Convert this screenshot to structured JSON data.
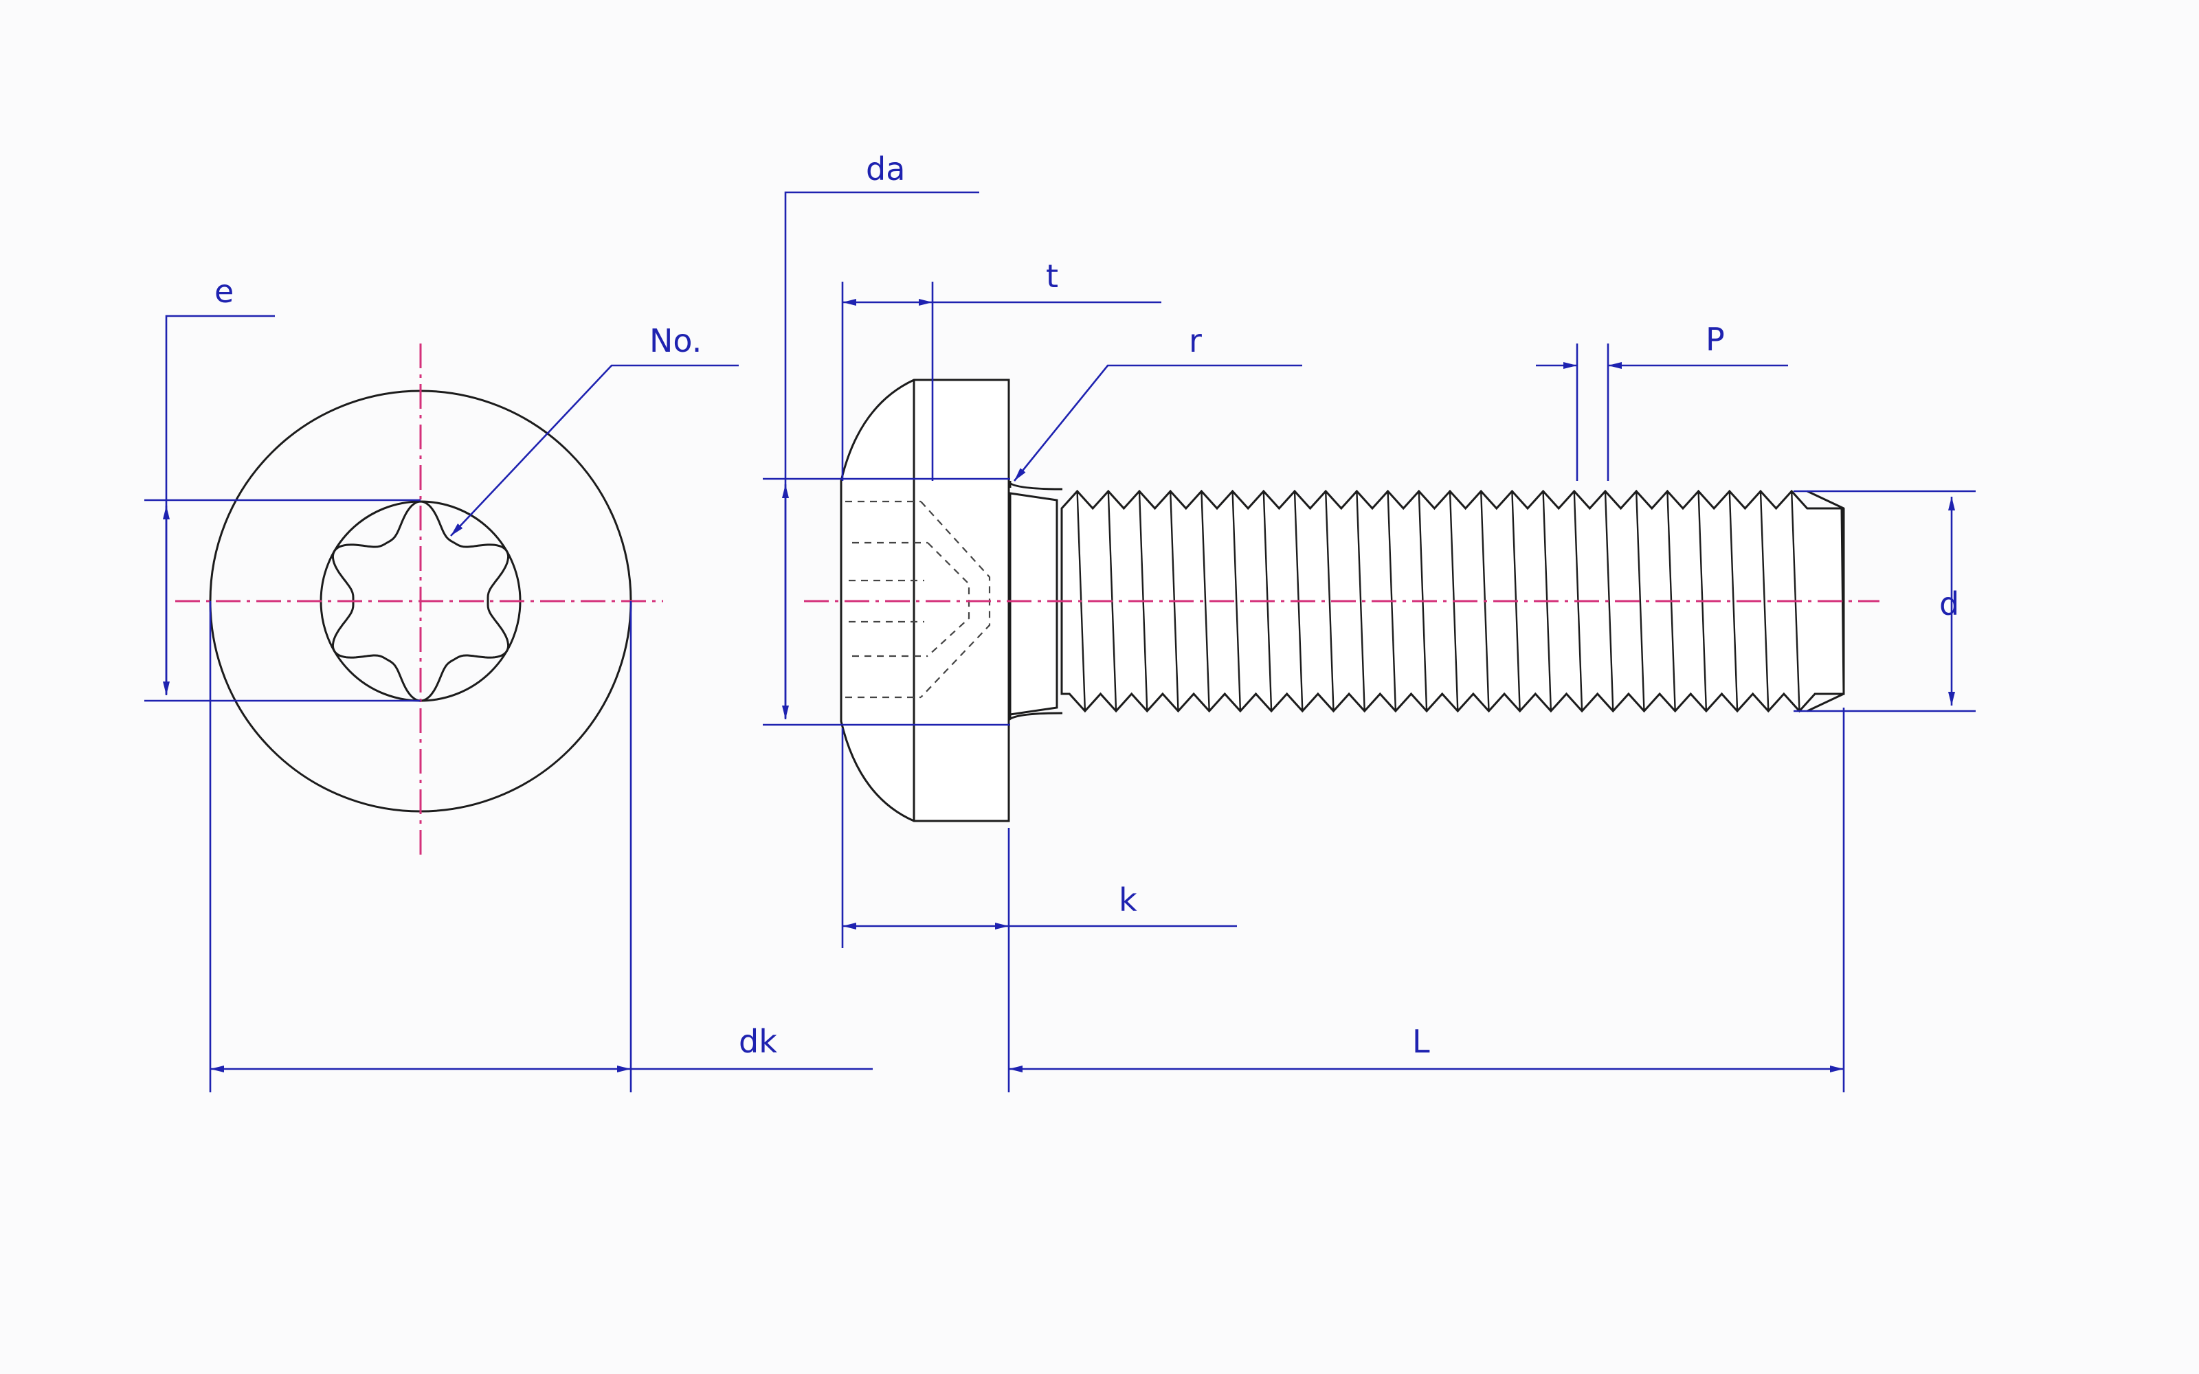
{
  "colors": {
    "object_line": "#1c1c1c",
    "dimension_line": "#1e22b0",
    "center_line": "#d4307a",
    "background": "#fbfbfc"
  },
  "labels": {
    "e": "e",
    "no": "No.",
    "dk": "dk",
    "da": "da",
    "t": "t",
    "r": "r",
    "p": "P",
    "d": "d",
    "k": "k",
    "l": "L"
  }
}
